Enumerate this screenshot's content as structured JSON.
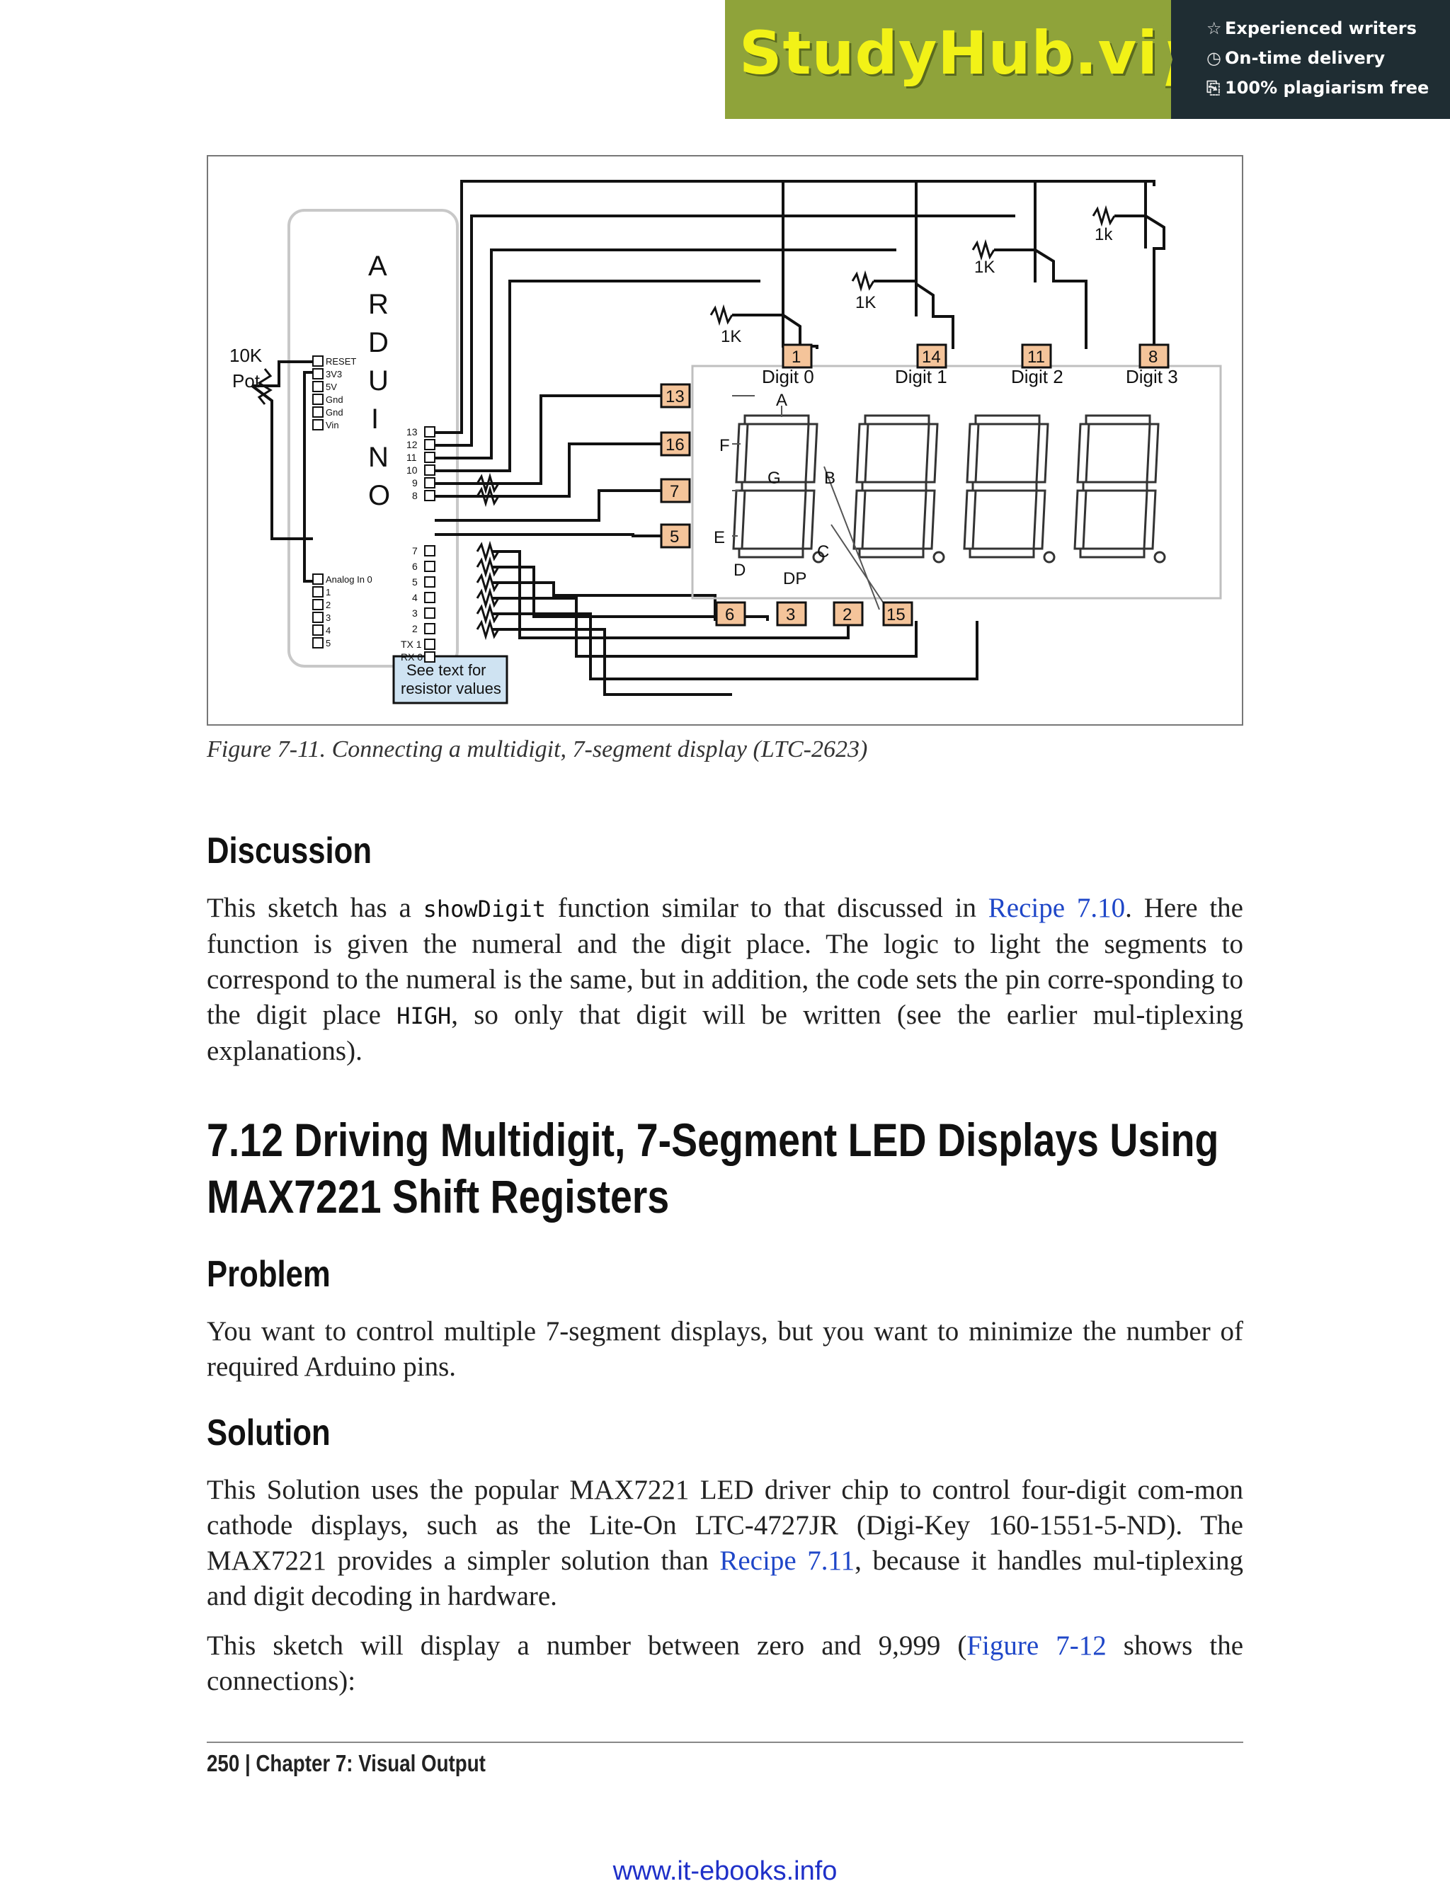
{
  "banner": {
    "logo": "StudyHub.vip",
    "features": [
      {
        "icon": "star-icon",
        "glyph": "☆",
        "text": "Experienced writers"
      },
      {
        "icon": "clock-icon",
        "glyph": "◷",
        "text": "On-time delivery"
      },
      {
        "icon": "document-icon",
        "glyph": "⎘",
        "text": "100% plagiarism free"
      }
    ]
  },
  "figure": {
    "pot_label_1": "10K",
    "pot_label_2": "Pot",
    "arduino_letters": [
      "A",
      "R",
      "D",
      "U",
      "I",
      "N",
      "O"
    ],
    "power_pins": [
      "RESET",
      "3V3",
      "5V",
      "Gnd",
      "Gnd",
      "Vin"
    ],
    "digital_pins": [
      "13",
      "12",
      "11",
      "10",
      "9",
      "8"
    ],
    "digital_pins_low": [
      "7",
      "6",
      "5",
      "4",
      "3",
      "2",
      "TX 1",
      "RX 0"
    ],
    "analog_pins": [
      "Analog In 0",
      "1",
      "2",
      "3",
      "4",
      "5"
    ],
    "note": [
      "See text for",
      "resistor values"
    ],
    "digit_labels": [
      "Digit 0",
      "Digit 1",
      "Digit 2",
      "Digit 3"
    ],
    "digit_pins": [
      "1",
      "14",
      "11",
      "8"
    ],
    "segment_pins": [
      "13",
      "16",
      "7",
      "5"
    ],
    "segment_letters": [
      "A",
      "F",
      "G",
      "E",
      "B",
      "C",
      "D",
      "DP"
    ],
    "bottom_pins": [
      "6",
      "3",
      "2",
      "15"
    ],
    "resistor_labels": [
      "1K",
      "1K",
      "1K",
      "1k"
    ]
  },
  "caption": "Figure 7-11. Connecting a multidigit, 7-segment display (LTC-2623)",
  "discussion": {
    "heading": "Discussion",
    "p1_a": "This sketch has a ",
    "p1_code1": "showDigit",
    "p1_b": " function similar to that discussed in ",
    "p1_link": "Recipe 7.10",
    "p1_c": ". Here the function is given the numeral and the digit place. The logic to light the segments to correspond to the numeral is the same, but in addition, the code sets the pin corre-sponding to the digit place ",
    "p1_code2": "HIGH",
    "p1_d": ", so only that digit will be written (see the earlier mul-tiplexing explanations)."
  },
  "section": {
    "title_line1": "7.12  Driving Multidigit, 7-Segment LED Displays Using",
    "title_line2": "MAX7221 Shift Registers"
  },
  "problem": {
    "heading": "Problem",
    "text": "You want to control multiple 7-segment displays, but you want to minimize the number of required Arduino pins."
  },
  "solution": {
    "heading": "Solution",
    "p1_a": "This Solution uses the popular MAX7221 LED driver chip to control four-digit com-mon cathode displays, such as the Lite-On LTC-4727JR (Digi-Key 160-1551-5-ND). The MAX7221 provides a simpler solution than ",
    "p1_link": "Recipe 7.11",
    "p1_b": ", because it handles mul-tiplexing and digit decoding in hardware.",
    "p2_a": "This sketch will display a number between zero and 9,999 (",
    "p2_link": "Figure 7-12",
    "p2_b": " shows the connections):"
  },
  "footer": {
    "text": "250   |   Chapter 7:  Visual Output",
    "site": "www.it-ebooks.info"
  }
}
